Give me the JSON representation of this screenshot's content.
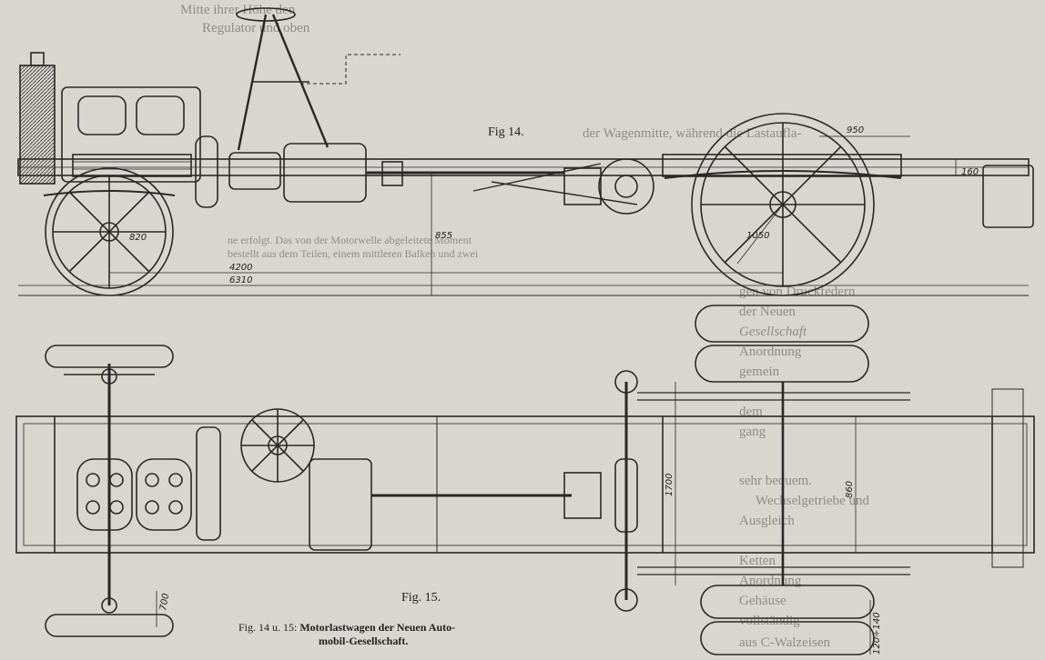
{
  "figure_labels": {
    "fig14": "Fig 14.",
    "fig15": "Fig. 15."
  },
  "caption": {
    "prefix": "Fig. 14 u. 15:",
    "text_line1": "Motorlastwagen der Neuen Auto-",
    "text_line2": "mobil-Gesellschaft."
  },
  "dimensions": {
    "d950": "950",
    "d160": "160",
    "d820": "820",
    "d855": "855",
    "d1050": "1050",
    "d4200": "4200",
    "d6310": "6310",
    "d1700": "1700",
    "d860": "860",
    "d700": "700",
    "d120_140": "120÷140"
  },
  "bleed_through": {
    "left_top": [
      "Mitte ihrer Höhe den",
      "Regulator und oben"
    ],
    "mid_lines": [
      "ne erfolgt. Das von der Motorwelle abgeleitete Moment",
      "bestellt aus dem Teilen, einem mittleren Balken und zwei"
    ],
    "right_lines": [
      "der Wagenmitte, während die Lastaufla-",
      "gen von Druckfedern",
      "der Neuen",
      "Gesellschaft",
      "Anordnung",
      "gemein",
      "dem",
      "gang",
      "sehr bequem.",
      "Wechselgetriebe und",
      "Ausgleich",
      "Ketten",
      "Anordnung",
      "Gehäuse",
      "vollständig",
      "aus C-Walzeisen"
    ]
  }
}
